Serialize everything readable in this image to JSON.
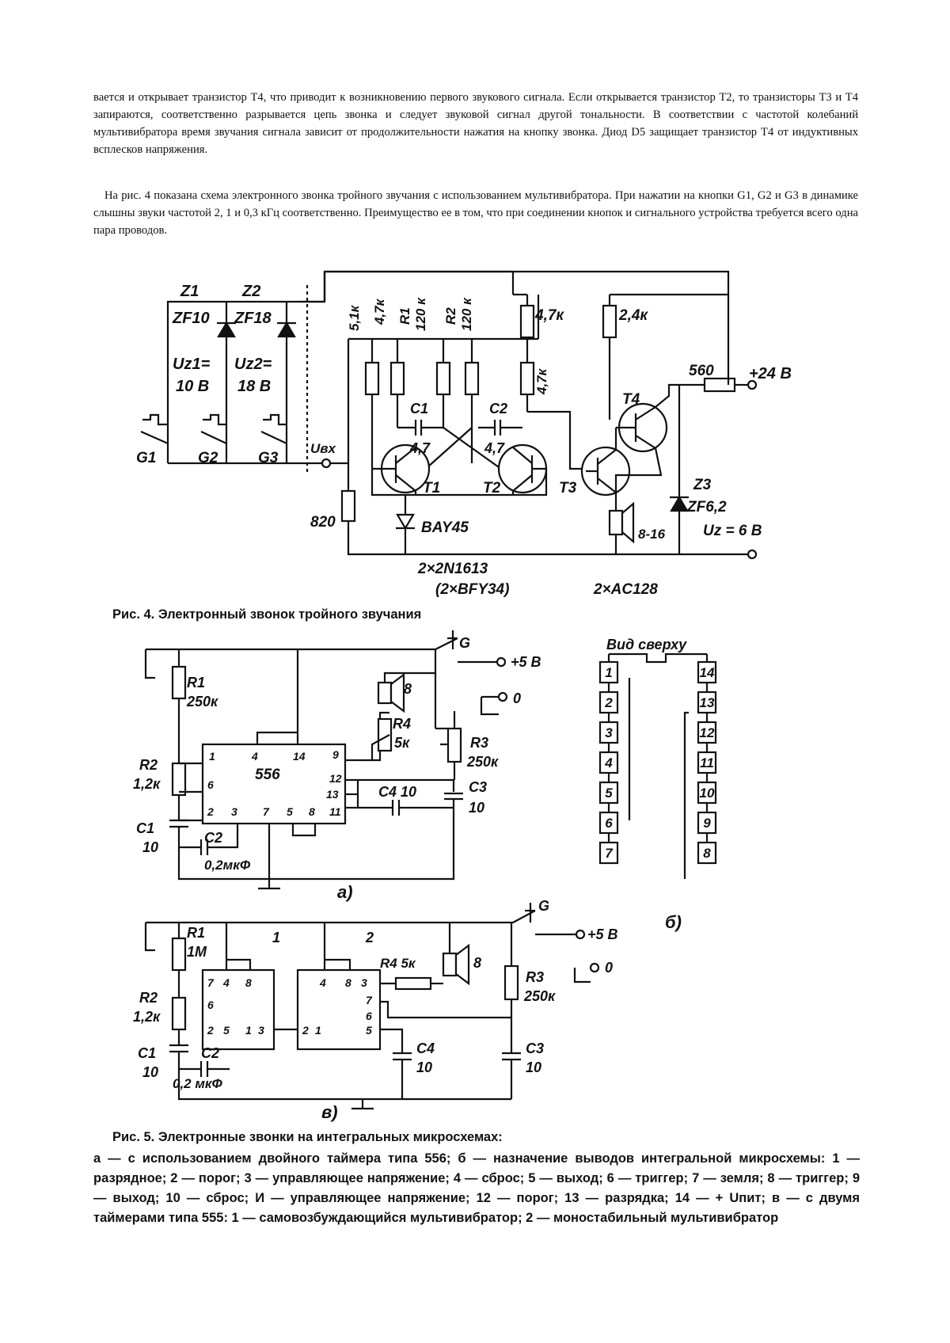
{
  "text": {
    "para1": "вается и открывает транзистор T4, что приводит к возникновению первого звукового сигнала. Если открывается транзистор T2, то транзисторы T3 и T4 запираются, соответственно разрывается цепь звонка и следует звуковой сигнал другой тональности. В соответствии с частотой колебаний мультивибратора время звучания сигнала зависит от продолжительности нажатия на кнопку звонка. Диод D5 защищает транзистор T4 от индуктивных всплесков напряжения.",
    "para2": "На рис. 4 показана схема электронного звонка тройного звучания с использованием мультивибратора. При нажатии на кнопки G1, G2 и G3 в динамике слышны звуки частотой 2, 1 и 0,3 кГц соответственно. Преимущество ее в том, что при соединении кнопок и сигнального устройства требуется всего одна пара проводов.",
    "caption4": "Рис. 4. Электронный звонок тройного звучания",
    "caption5_title": "Рис. 5. Электронные звонки на интегральных микросхемах:",
    "caption5_body": "а — с использованием двойного таймера типа 556; б — назначение выводов интегральной микросхемы: 1 — разрядное; 2 — порог; 3 — управляющее напряжение; 4 — сброс; 5 — выход; 6 — триггер; 7 — земля; 8 — триггер; 9 — выход; 10 — сброс; И — управляющее напряжение; 12 — порог; 13 — разрядка; 14 — + Uпит; в — с двумя таймерами типа 555: 1 — самовозбуждающийся мультивибратор; 2 — моностабильный мультивибратор"
  },
  "fig4": {
    "z1": "Z1",
    "z2": "Z2",
    "zf10": "ZF10",
    "zf18": "ZF18",
    "uz1": "Uz1=",
    "uz1v": "10 В",
    "uz2": "Uz2=",
    "uz2v": "18 В",
    "g1": "G1",
    "g2": "G2",
    "g3": "G3",
    "uin": "Uвх",
    "r51": "5,1к",
    "r47a": "4,7к",
    "r1": "R1",
    "r1v": "120 к",
    "r2": "R2",
    "r2v": "120 к",
    "r47b": "4,7к",
    "r47c": "4,7к",
    "r24": "2,4к",
    "r560": "560",
    "v24": "+24 В",
    "c1": "C1",
    "c1v": "4,7",
    "c2": "C2",
    "c2v": "4,7",
    "t1": "T1",
    "t2": "T2",
    "t3": "T3",
    "t4": "T4",
    "r820": "820",
    "diode": "BAY45",
    "spk": "8-16",
    "z3": "Z3",
    "zf62": "ZF6,2",
    "uz": "Uz = 6 В",
    "tr1": "2×2N1613",
    "tr2": "(2×BFY34)",
    "tr3": "2×AC128"
  },
  "fig5a": {
    "g": "G",
    "v5": "+5 В",
    "zero": "0",
    "r1": "R1",
    "r1v": "250к",
    "r2": "R2",
    "r2v": "1,2к",
    "c1": "C1",
    "c1v": "10",
    "c2": "C2",
    "c2v": "0,2мкФ",
    "spk": "8",
    "r4": "R4",
    "r4v": "5к",
    "r3": "R3",
    "r3v": "250к",
    "c4": "C4 10",
    "c3": "C3",
    "c3v": "10",
    "ic": "556",
    "p1": "1",
    "p2": "2",
    "p3": "3",
    "p4": "4",
    "p5": "5",
    "p6": "6",
    "p7": "7",
    "p8": "8",
    "p9": "9",
    "p11": "11",
    "p12": "12",
    "p13": "13",
    "p14": "14",
    "label": "а)"
  },
  "fig5b": {
    "title": "Вид сверху",
    "left": [
      "1",
      "2",
      "3",
      "4",
      "5",
      "6",
      "7"
    ],
    "right": [
      "14",
      "13",
      "12",
      "11",
      "10",
      "9",
      "8"
    ],
    "label": "б)"
  },
  "fig5c": {
    "g": "G",
    "v5": "+5 В",
    "zero": "0",
    "r1": "R1",
    "r1v": "1М",
    "r2": "R2",
    "r2v": "1,2к",
    "c1": "C1",
    "c1v": "10",
    "c2": "C2",
    "c2v": "0,2 мкФ",
    "ic1": "1",
    "ic2": "2",
    "r4": "R4 5к",
    "spk": "8",
    "r3": "R3",
    "r3v": "250к",
    "c3": "C3",
    "c3v": "10",
    "c4": "C4",
    "c4v": "10",
    "label": "в)",
    "a7": "7",
    "a4": "4",
    "a8": "8",
    "a6": "6",
    "a2": "2",
    "a5": "5",
    "a1": "1",
    "a3": "3",
    "b4": "4",
    "b8": "8",
    "b3": "3",
    "b7": "7",
    "b6": "6",
    "b2": "2",
    "b1": "1",
    "b5": "5"
  }
}
